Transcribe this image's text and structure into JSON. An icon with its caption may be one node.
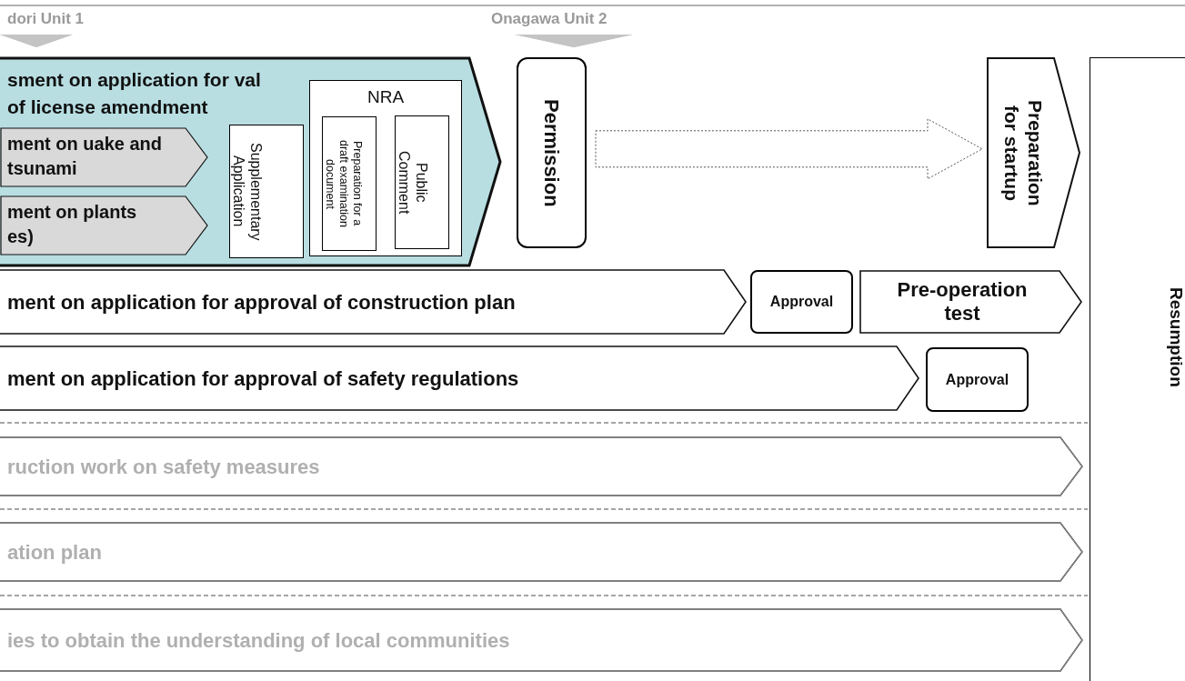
{
  "diagram": {
    "nodes": [
      {
        "text": [
          "sment on application for val of license amendment"
        ]
      },
      {
        "text": [
          "ment on uake and tsunami"
        ],
        "in": 0
      },
      {
        "text": [
          "ment on plants es)"
        ],
        "in": 0
      },
      {
        "text": [
          "Supplementary Application"
        ],
        "in": 0
      },
      {
        "text": [
          "NRA"
        ],
        "in": 0
      },
      {
        "text": [
          "Preparation for a draft examination document"
        ],
        "in": 4
      },
      {
        "text": [
          "Public Comment"
        ],
        "in": 4
      },
      {
        "text": [
          "Permission"
        ]
      },
      {
        "text": [
          "Preparation for startup"
        ]
      },
      {
        "text": [
          "Resumption"
        ]
      },
      {
        "text": [
          "ment on application for approval of construction plan"
        ]
      },
      {
        "text": [
          "Approval"
        ]
      },
      {
        "text": [
          "Pre-operation test"
        ]
      },
      {
        "text": [
          "ment on application for approval of safety regulations"
        ]
      },
      {
        "text": [
          "Approval"
        ]
      },
      {
        "text": [
          "ruction work on safety measures"
        ]
      },
      {
        "text": [
          "ation plan"
        ]
      },
      {
        "text": [
          "ies to obtain the understanding of local communities"
        ]
      },
      {
        "text": [],
        "shape": "triangle"
      },
      {
        "text": [],
        "shape": "triangle"
      }
    ],
    "edges": [
      {
        "from": 7,
        "to": 8,
        "arrow": "to",
        "style": "dashed"
      }
    ],
    "labels": [
      "dori Unit 1",
      "Onagawa Unit 2"
    ]
  }
}
